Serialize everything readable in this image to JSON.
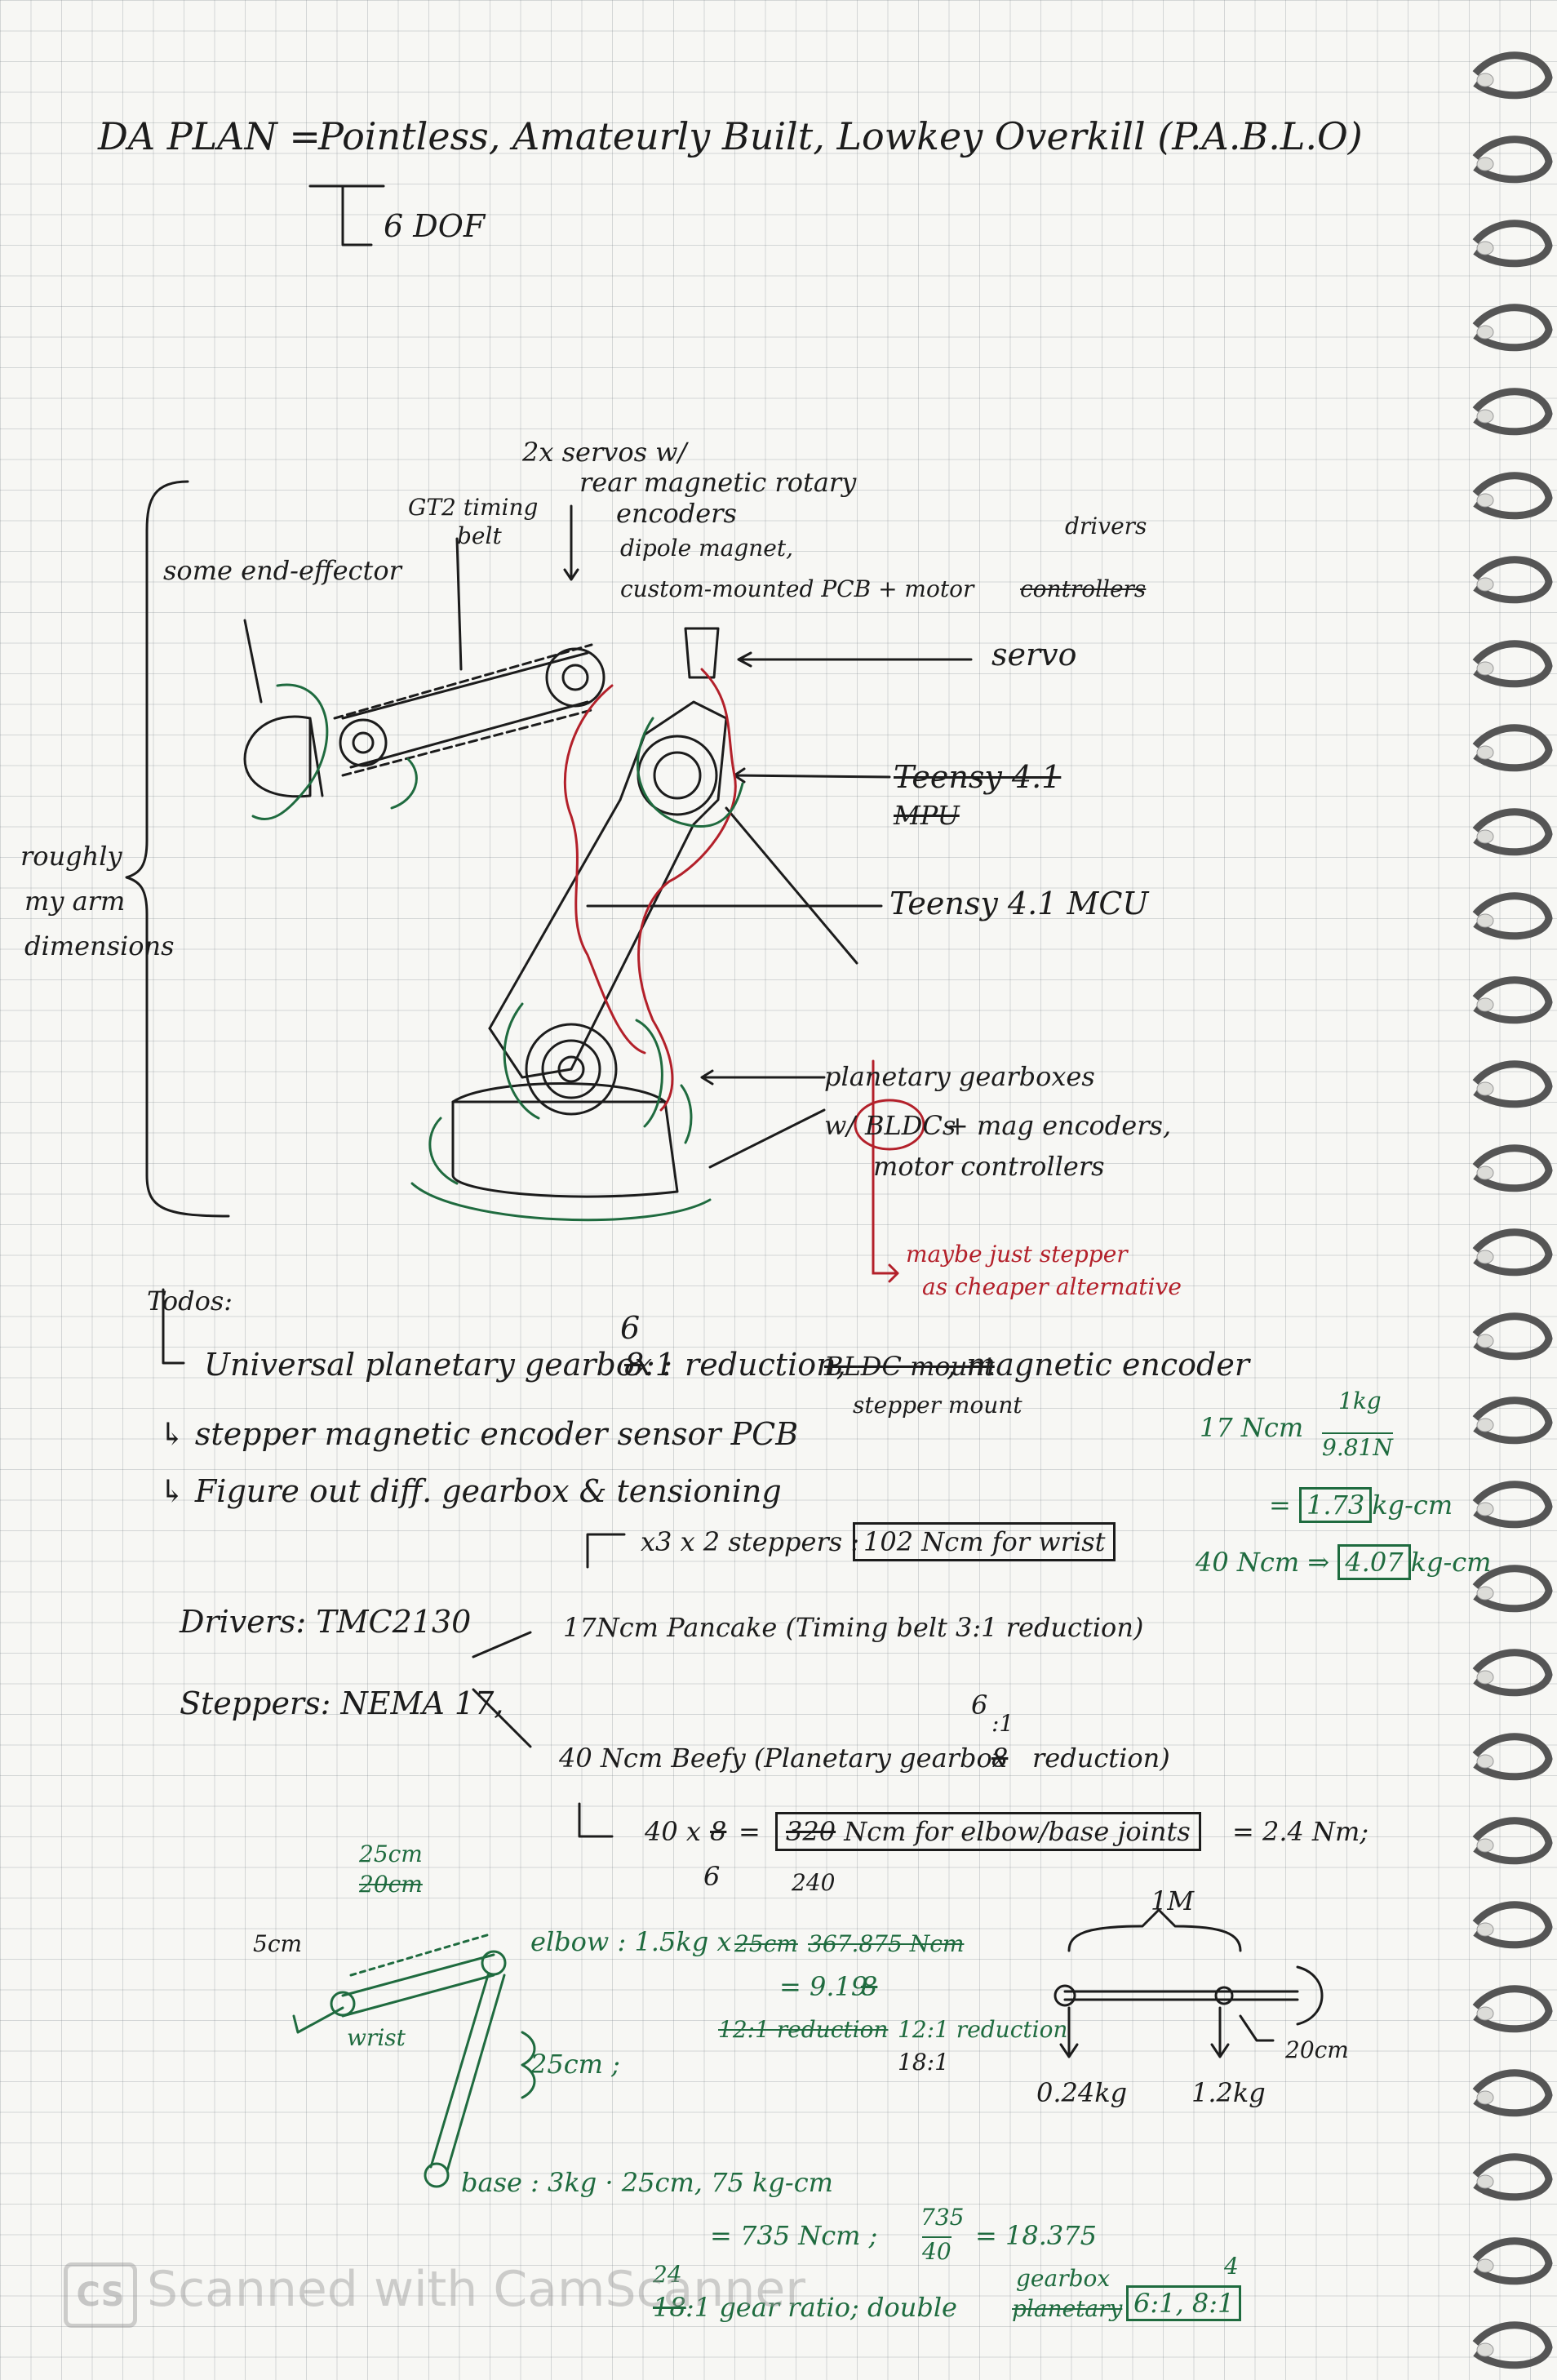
{
  "header": {
    "title_prefix": "DA PLAN =",
    "title": "Pointless, Amateurly Built, Lowkey Overkill (P.A.B.L.O)",
    "sub": "6 DOF"
  },
  "arm_labels": {
    "servos": "2x servos w/",
    "servos2": "rear magnetic rotary",
    "servos3": "encoders",
    "dipole": "dipole magnet,",
    "custom_pcb": "custom-mounted PCB + motor",
    "controllers_struck": "controllers",
    "drivers": "drivers",
    "gt2": "GT2 timing",
    "gt2b": "belt",
    "end_effector": "some end-effector",
    "servo": "servo",
    "teensy_mpu": "Teensy 4.1",
    "teensy_mpu2": "MPU",
    "teensy_mcu": "Teensy 4.1 MCU",
    "roughly": "roughly",
    "roughly2": "my arm",
    "roughly3": "dimensions",
    "planetary": "planetary gearboxes",
    "bldc": "BLDCs",
    "bldc_pre": "w/",
    "bldc_post": "+ mag encoders,",
    "motor_ctrl": "motor controllers",
    "maybe": "maybe just stepper",
    "maybe2": "as cheaper alternative"
  },
  "todos": {
    "heading": "Todos:",
    "item1_a": "Universal planetary gearbox :",
    "item1_num_old": "8",
    "item1_num_new": "6",
    "item1_b": ":1 reduction,",
    "item1_struck": "BLDC mount",
    "item1_c": ", magnetic encoder",
    "item1_sub": "stepper mount",
    "item2": "stepper magnetic encoder sensor PCB",
    "item3": "Figure out diff. gearbox & tensioning"
  },
  "calc_right": {
    "line1_pre": "17 Ncm",
    "line1_num": "1kg",
    "line1_den": "9.81N",
    "line2": "1.73",
    "line2_unit": "kg-cm",
    "line3_pre": "40 Ncm",
    "line3": "4.07",
    "line3_unit": "kg-cm"
  },
  "drives": {
    "x3": "x3  x 2 steppers :",
    "wrist_box": "102 Ncm for wrist",
    "drivers": "Drivers:  TMC2130",
    "steppers": "Steppers:  NEMA 17,",
    "pancake": "17Ncm Pancake (Timing belt 3:1 reduction)",
    "beefy": "40 Ncm Beefy (Planetary gearbox",
    "beefy_struck": "8",
    "beefy_sup": "6",
    "beefy_sup2": ":1",
    "beefy_end": "reduction)",
    "calc_a": "40 x",
    "calc_struck": "8",
    "calc_sub": "6",
    "calc_eq": "=",
    "calc_box_struck": "320",
    "calc_box_new": "240",
    "calc_box": "Ncm for elbow/base joints",
    "calc_result": "= 2.4 Nm;"
  },
  "bottom": {
    "dim_25_new": "25cm",
    "dim_20_old": "20cm",
    "dim_5": "5cm",
    "wrist": "wrist",
    "elbow": "elbow : 1.5kg x",
    "elbow_struck": "25cm",
    "elbow_struck2": "367.875 Ncm",
    "elbow_eq": "= 9.19",
    "elbow_struck3": "8",
    "reduction_struck": "12:1 reduction",
    "reduction_new": "12:1 reduction",
    "reduction_alt": "18:1",
    "dim_25b": "25cm ;",
    "base": "base : 3kg · 25cm, 75 kg-cm",
    "base_eq": "= 735 Ncm ;",
    "frac_num": "735",
    "frac_den": "40",
    "frac_res": "= 18.375",
    "gear_sup": "24",
    "gear_line_struck": "18",
    "gear_line": ":1 gear ratio; double",
    "gear_struck2": "planetary",
    "gear_sup2": "gearbox",
    "final_box": "6:1, 8:1",
    "final_sup": "4",
    "one_m": "1M",
    "w1": "0.24kg",
    "w2": "1.2kg",
    "dim_20": "20cm"
  },
  "watermark": {
    "logo": "CS",
    "text": "Scanned with CamScanner"
  }
}
